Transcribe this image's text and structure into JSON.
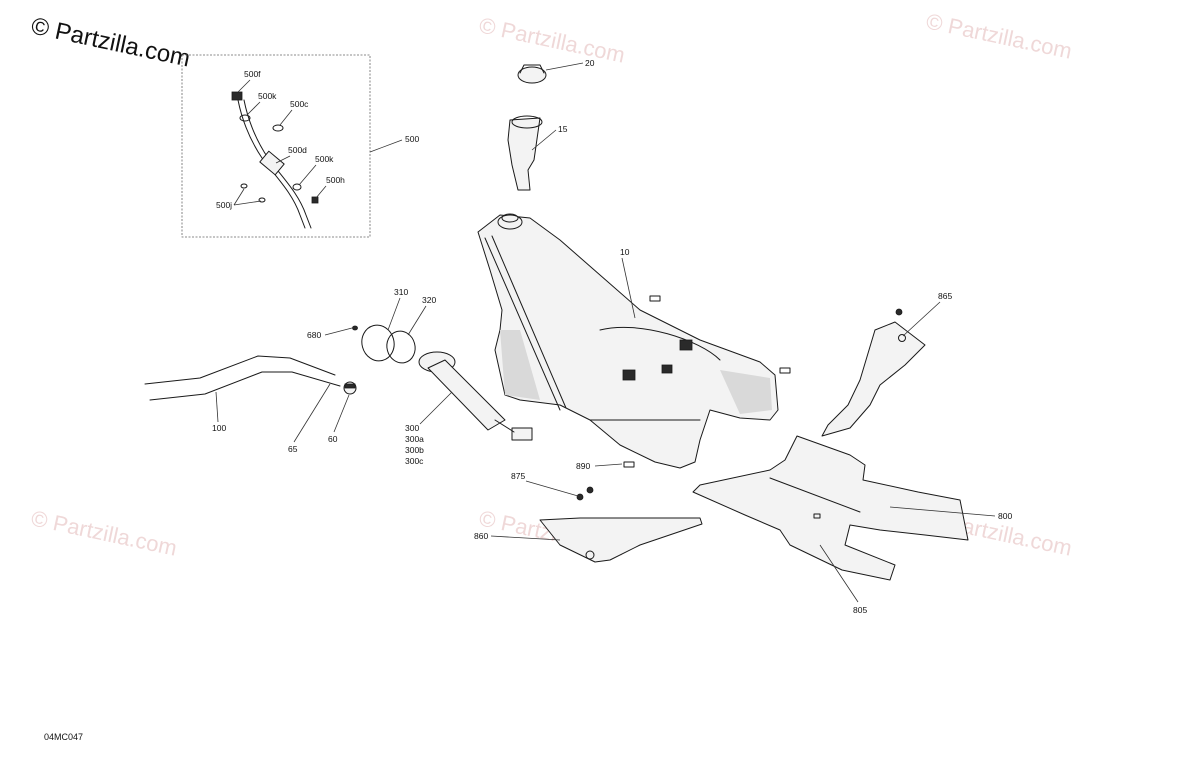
{
  "watermark": {
    "main": "© Partzilla.com",
    "faint": "© Partzilla.com"
  },
  "diagram_code": "04MC047",
  "callouts": {
    "c500f": "500f",
    "c500k_a": "500k",
    "c500c": "500c",
    "c500": "500",
    "c500d": "500d",
    "c500k_b": "500k",
    "c500h": "500h",
    "c500j": "500j",
    "c20": "20",
    "c15": "15",
    "c10": "10",
    "c310": "310",
    "c320": "320",
    "c680": "680",
    "c100": "100",
    "c65": "65",
    "c60": "60",
    "c300": "300",
    "c300a": "300a",
    "c300b": "300b",
    "c300c": "300c",
    "c890": "890",
    "c875": "875",
    "c860": "860",
    "c865": "865",
    "c800": "800",
    "c805": "805"
  }
}
